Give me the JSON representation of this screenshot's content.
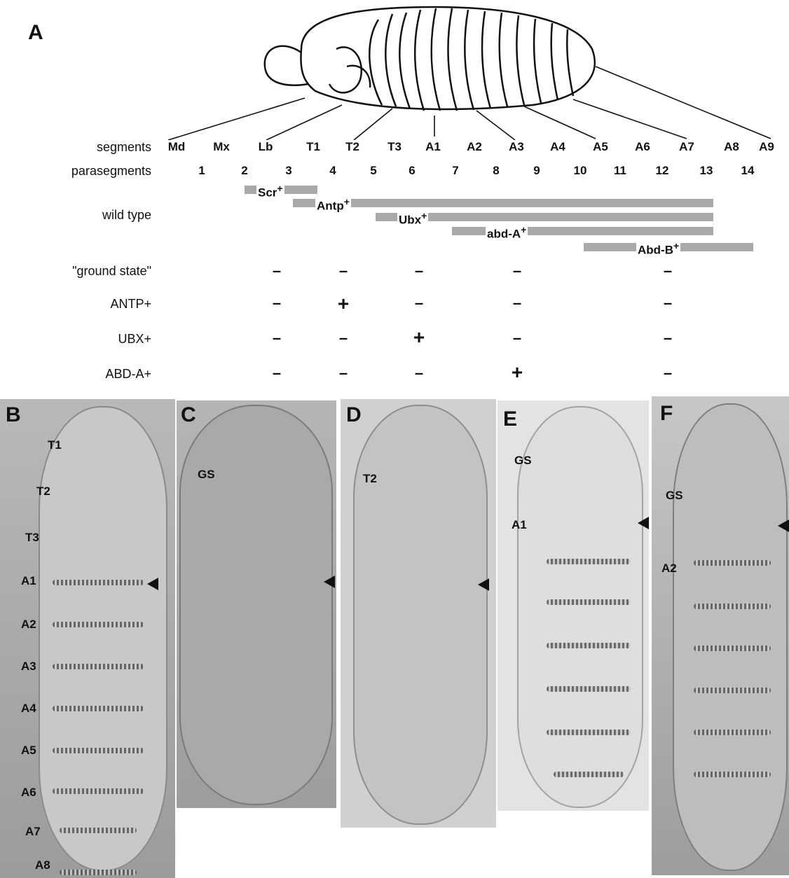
{
  "panel_a": {
    "letter": "A",
    "row_labels": {
      "segments": "segments",
      "parasegments": "parasegments",
      "wild_type": "wild type",
      "ground_state": "\"ground state\"",
      "antp": "ANTP+",
      "ubx": "UBX+",
      "abda": "ABD-A+"
    },
    "segments": [
      "Md",
      "Mx",
      "Lb",
      "T1",
      "T2",
      "T3",
      "A1",
      "A2",
      "A3",
      "A4",
      "A5",
      "A6",
      "A7",
      "A8",
      "A9"
    ],
    "parasegments": [
      "1",
      "2",
      "3",
      "4",
      "5",
      "6",
      "7",
      "8",
      "9",
      "10",
      "11",
      "12",
      "13",
      "14"
    ],
    "genes": [
      {
        "name": "Scr",
        "sup": "+"
      },
      {
        "name": "Antp",
        "sup": "+"
      },
      {
        "name": "Ubx",
        "sup": "+"
      },
      {
        "name": "abd-A",
        "sup": "+"
      },
      {
        "name": "Abd-B",
        "sup": "+"
      }
    ],
    "minus_sign": "–",
    "plus_sign": "+"
  },
  "panels": [
    {
      "letter": "B",
      "labels": [
        "T1",
        "T2",
        "T3",
        "A1",
        "A2",
        "A3",
        "A4",
        "A5",
        "A6",
        "A7",
        "A8"
      ]
    },
    {
      "letter": "C",
      "labels": [
        "GS"
      ]
    },
    {
      "letter": "D",
      "labels": [
        "T2"
      ]
    },
    {
      "letter": "E",
      "labels": [
        "GS",
        "A1"
      ]
    },
    {
      "letter": "F",
      "labels": [
        "GS",
        "A2"
      ]
    }
  ]
}
